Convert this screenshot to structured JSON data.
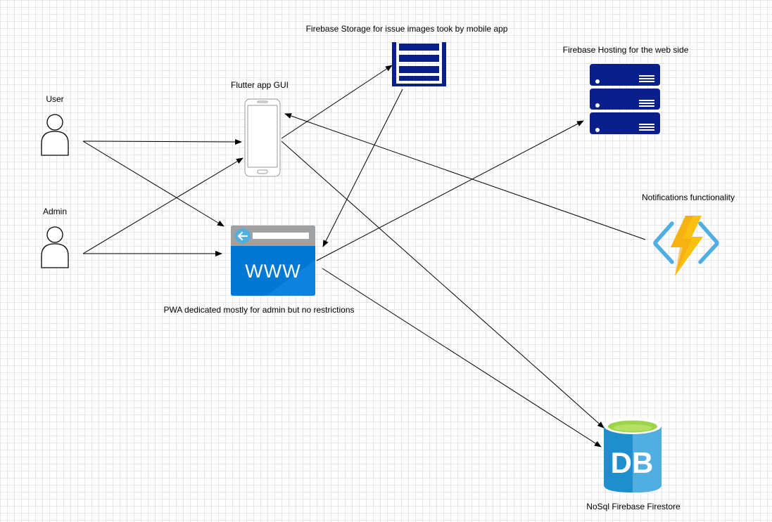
{
  "labels": {
    "user": "User",
    "admin": "Admin",
    "flutter": "Flutter app GUI",
    "storage": "Firebase Storage for issue images took by mobile app",
    "hosting": "Firebase Hosting for the web side",
    "notifications": "Notifications functionality",
    "pwa": "PWA dedicated mostly for admin but no restrictions",
    "firestore": "NoSql Firebase Firestore",
    "www": "WWW",
    "db": "DB"
  },
  "colors": {
    "navy": "#0a1e8c",
    "azure_blue": "#0078d4",
    "azure_light": "#50aee0",
    "lightning": "#f9c00f",
    "db_green": "#9ed44a"
  },
  "icons": {
    "user": "person-outline-icon",
    "admin": "person-outline-icon",
    "flutter": "mobile-phone-icon",
    "storage": "storage-stack-icon",
    "hosting": "server-rack-icon",
    "notifications": "azure-function-icon",
    "pwa": "web-browser-icon",
    "firestore": "database-icon"
  }
}
